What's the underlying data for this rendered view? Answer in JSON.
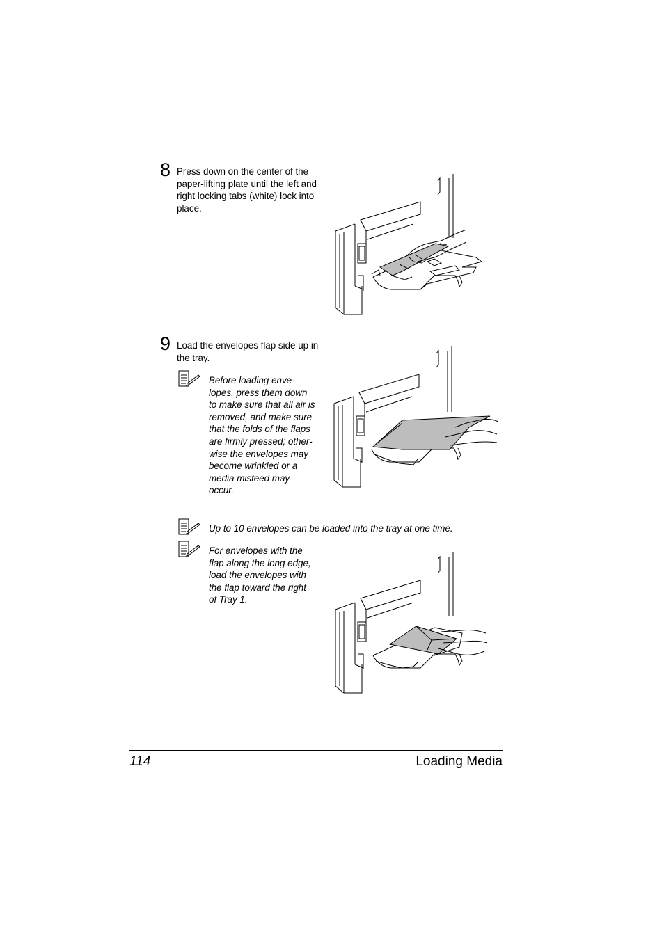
{
  "steps": [
    {
      "number": "8",
      "text": "Press down on the center of the paper-lifting plate until the left and right locking tabs (white) lock into place."
    },
    {
      "number": "9",
      "text": "Load the envelopes flap side up in the tray."
    }
  ],
  "notes": {
    "before_loading": "Before loading envelopes, press them down to make sure that all air is removed, and make sure that the folds of the flaps are firmly pressed; otherwise the envelopes may become wrinkled or a media misfeed may occur.",
    "envelope_limit": "Up to 10 envelopes can be loaded into the tray at one time.",
    "long_edge": "For envelopes with the flap along the long edge, load the envelopes with the flap toward the right of Tray 1."
  },
  "note_lines": {
    "before_loading": [
      "Before loading enve-",
      "lopes, press them down",
      "to make sure that all air is",
      "removed, and make sure",
      "that the folds of the flaps",
      "are firmly pressed; other-",
      "wise the envelopes may",
      "become wrinkled or a",
      "media misfeed may",
      "occur."
    ],
    "long_edge": [
      "For envelopes with the",
      "flap along the long edge,",
      "load the envelopes with",
      "the flap toward the right",
      "of Tray 1."
    ]
  },
  "icons": {
    "note": "note-pad-pencil-icon"
  },
  "footer": {
    "page_number": "114",
    "section_title": "Loading Media"
  }
}
